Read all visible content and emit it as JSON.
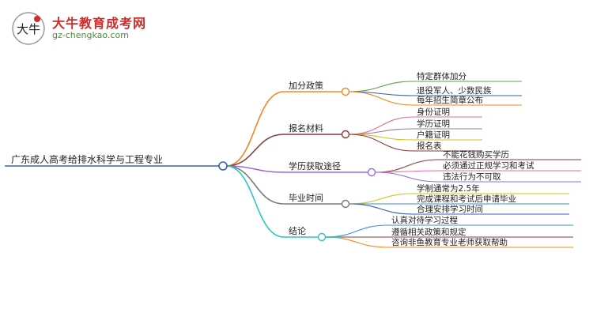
{
  "brand": {
    "name": "大牛教育成考网",
    "url": "gz-chengkao.com",
    "seal_text": "大牛",
    "color_primary": "#d12a2a",
    "color_secondary": "#4a8a3c"
  },
  "mindmap": {
    "root": {
      "label": "广东成人高考给排水科学与工程专业",
      "color": "#3b5db8"
    },
    "branches": [
      {
        "label": "加分政策",
        "color": "#f2891f",
        "leaves": [
          {
            "label": "特定群体加分",
            "color": "#5fa33a"
          },
          {
            "label": "退役军人、少数民族",
            "color": "#3b5db8"
          },
          {
            "label": "每年招生简章公布",
            "color": "#f2891f"
          }
        ]
      },
      {
        "label": "报名材料",
        "color": "#8b3a3a",
        "leaves": [
          {
            "label": "身份证明",
            "color": "#e86aa8"
          },
          {
            "label": "学历证明",
            "color": "#888888"
          },
          {
            "label": "户籍证明",
            "color": "#d4c21a"
          },
          {
            "label": "报名表",
            "color": "#8b3a3a"
          }
        ]
      },
      {
        "label": "学历获取途径",
        "color": "#9b6bd8",
        "leaves": [
          {
            "label": "不能花钱购买学历",
            "color": "#8b3a3a"
          },
          {
            "label": "必须通过正规学习和考试",
            "color": "#e86aa8"
          },
          {
            "label": "违法行为不可取",
            "color": "#9b6bd8"
          }
        ]
      },
      {
        "label": "毕业时间",
        "color": "#7a7a7a",
        "leaves": [
          {
            "label": "学制通常为2.5年",
            "color": "#d4c21a"
          },
          {
            "label": "完成课程和考试后申请毕业",
            "color": "#3b8fd8"
          },
          {
            "label": "合理安排学习时间",
            "color": "#3b5db8"
          }
        ]
      },
      {
        "label": "结论",
        "color": "#2bc6c6",
        "leaves": [
          {
            "label": "认真对待学习过程",
            "color": "#3b8fd8"
          },
          {
            "label": "遵循相关政策和规定",
            "color": "#8b3a3a"
          },
          {
            "label": "咨询非鱼教育专业老师获取帮助",
            "color": "#f2891f"
          }
        ]
      }
    ]
  }
}
